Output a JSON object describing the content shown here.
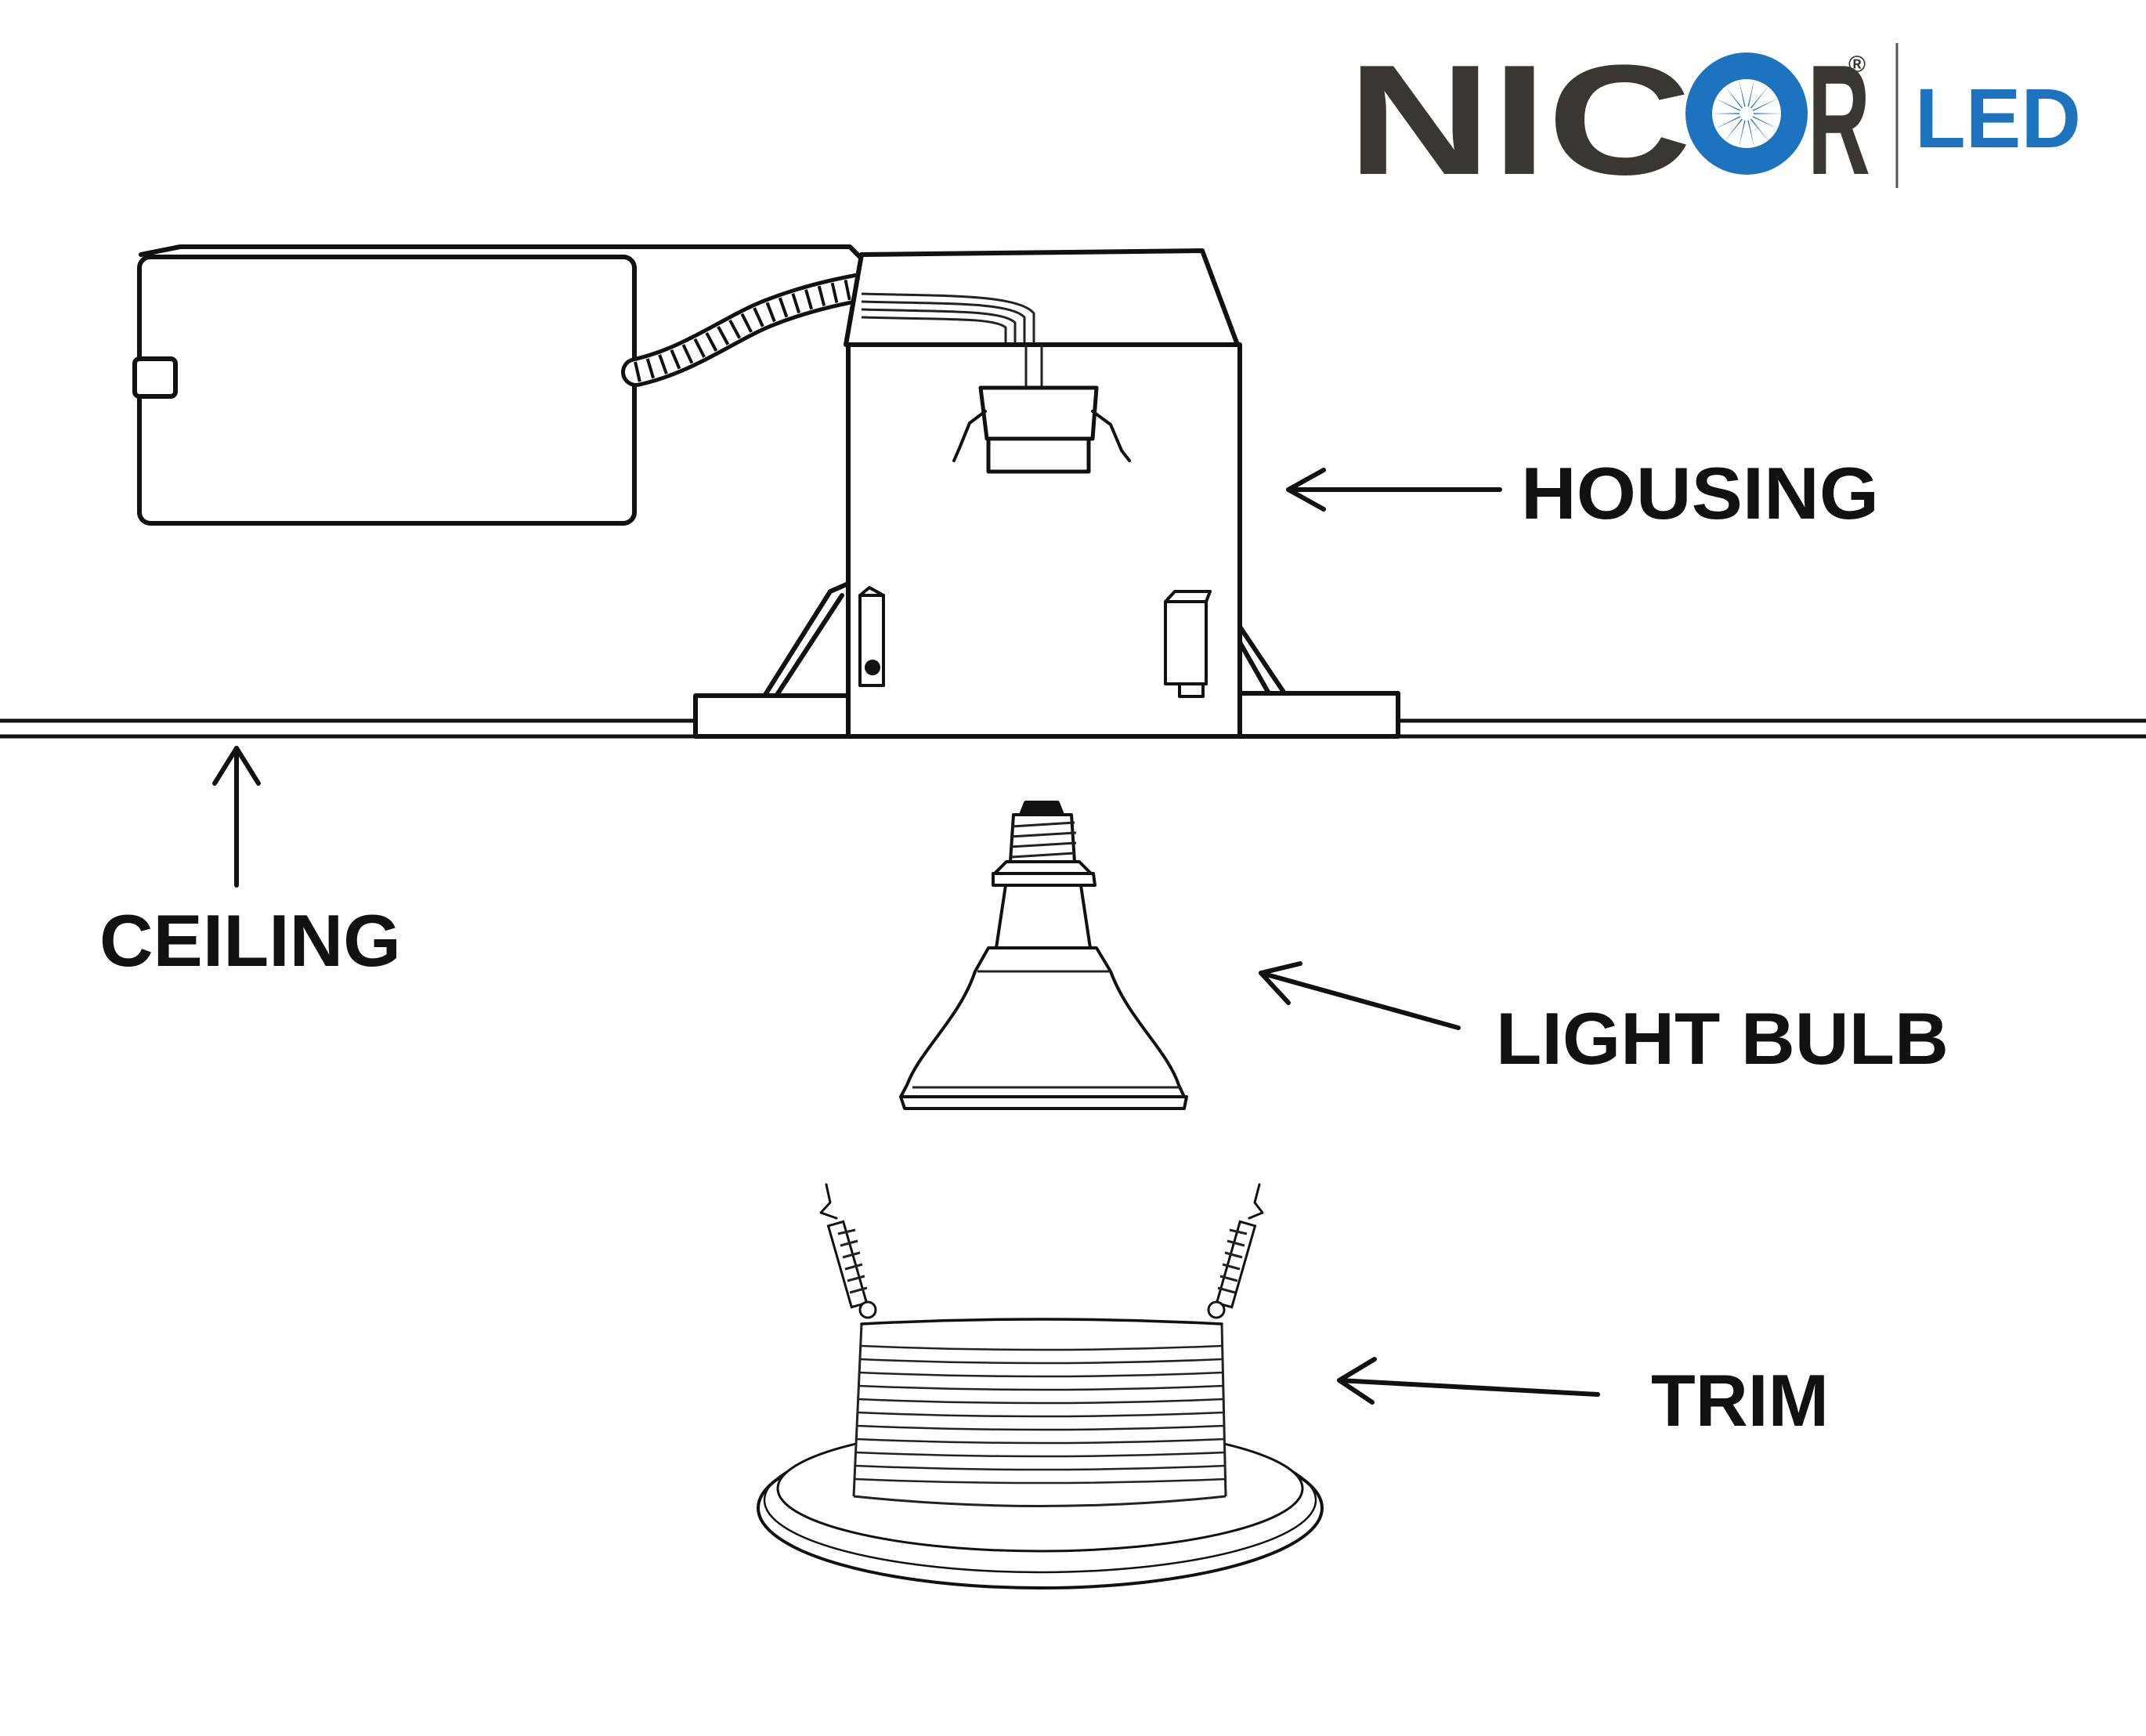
{
  "logo": {
    "brand_left": "NIC",
    "brand_right": "R",
    "registered": "®",
    "product": "LED",
    "brand_color": "#3a3632",
    "accent_color": "#1e73be",
    "icon": "starburst-o-icon"
  },
  "labels": {
    "housing": "HOUSING",
    "ceiling": "CEILING",
    "light_bulb": "LIGHT BULB",
    "trim": "TRIM"
  },
  "colors": {
    "line": "#111111",
    "background": "#ffffff"
  }
}
